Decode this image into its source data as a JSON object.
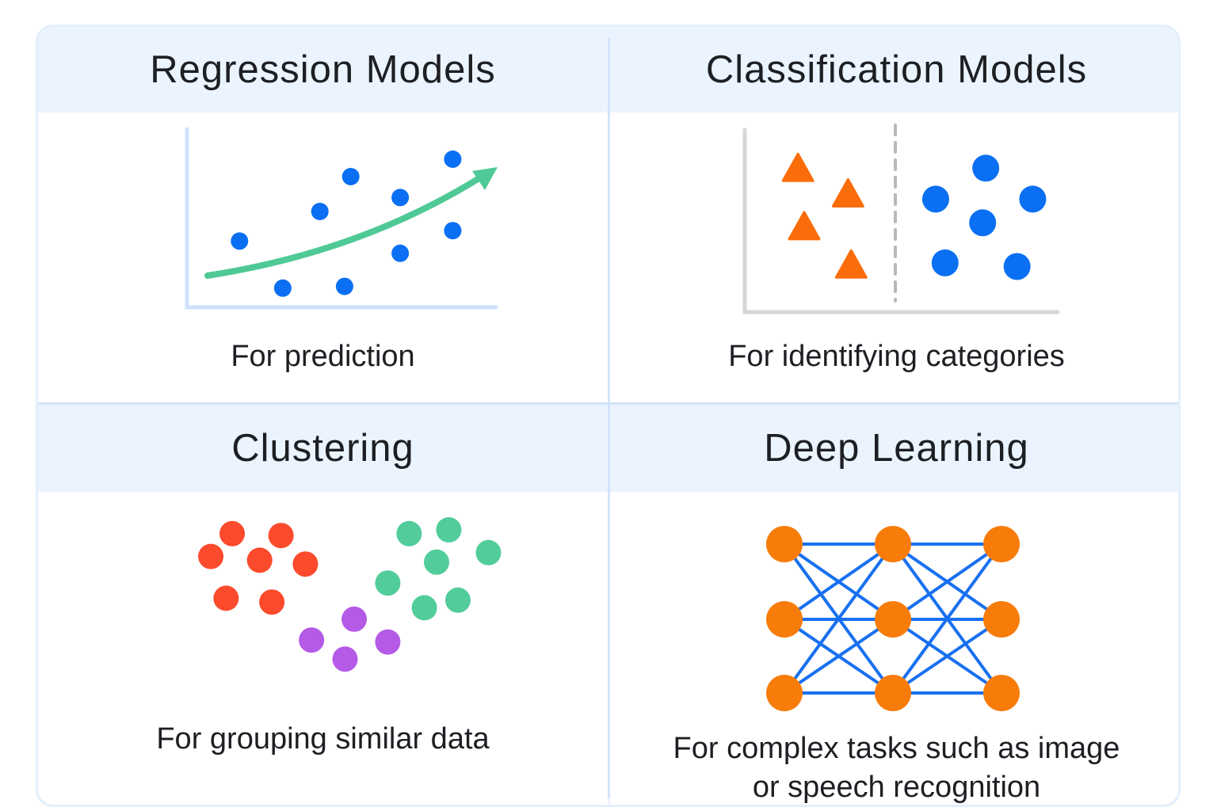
{
  "colors": {
    "header_bg": "#ebf4fe",
    "divider": "#d3e4fb",
    "blue_point": "#0a6ff2",
    "trend_arrow": "#4fc996",
    "axis_light_blue": "#cfe2fc",
    "axis_gray": "#d6d6d6",
    "orange_triangle": "#fb6d0a",
    "cluster_red": "#fb4a2c",
    "cluster_green": "#52cc9b",
    "cluster_purple": "#b45ae6",
    "nn_node": "#f77c0a",
    "nn_edge": "#1870f0"
  },
  "panels": [
    {
      "title": "Regression Models",
      "caption_lines": [
        "For prediction"
      ],
      "icon": "scatter-with-trend-arrow"
    },
    {
      "title": "Classification Models",
      "caption_lines": [
        "For identifying categories"
      ],
      "icon": "two-class-split"
    },
    {
      "title": "Clustering",
      "caption_lines": [
        "For grouping similar data"
      ],
      "icon": "three-clusters"
    },
    {
      "title": "Deep Learning",
      "caption_lines": [
        "For complex tasks such as image",
        "or speech recognition"
      ],
      "icon": "neural-network"
    }
  ],
  "illustrations": {
    "regression_points": [
      [
        0.17,
        0.38
      ],
      [
        0.31,
        0.11
      ],
      [
        0.51,
        0.12
      ],
      [
        0.43,
        0.55
      ],
      [
        0.53,
        0.75
      ],
      [
        0.69,
        0.31
      ],
      [
        0.69,
        0.63
      ],
      [
        0.86,
        0.44
      ],
      [
        0.86,
        0.85
      ]
    ],
    "classification": {
      "triangles": [
        [
          0.17,
          0.79
        ],
        [
          0.33,
          0.65
        ],
        [
          0.19,
          0.47
        ],
        [
          0.34,
          0.26
        ]
      ],
      "circles": [
        [
          0.77,
          0.79
        ],
        [
          0.61,
          0.62
        ],
        [
          0.92,
          0.62
        ],
        [
          0.76,
          0.49
        ],
        [
          0.64,
          0.27
        ],
        [
          0.87,
          0.25
        ]
      ]
    },
    "clusters": {
      "red": [
        [
          0.13,
          0.78
        ],
        [
          0.29,
          0.77
        ],
        [
          0.06,
          0.66
        ],
        [
          0.22,
          0.64
        ],
        [
          0.37,
          0.62
        ],
        [
          0.11,
          0.44
        ],
        [
          0.26,
          0.42
        ]
      ],
      "green": [
        [
          0.71,
          0.78
        ],
        [
          0.84,
          0.8
        ],
        [
          0.97,
          0.68
        ],
        [
          0.8,
          0.63
        ],
        [
          0.64,
          0.52
        ],
        [
          0.87,
          0.43
        ],
        [
          0.76,
          0.39
        ]
      ],
      "purple": [
        [
          0.53,
          0.33
        ],
        [
          0.39,
          0.22
        ],
        [
          0.64,
          0.21
        ],
        [
          0.5,
          0.12
        ]
      ]
    },
    "network_layers": [
      3,
      3,
      3
    ]
  }
}
